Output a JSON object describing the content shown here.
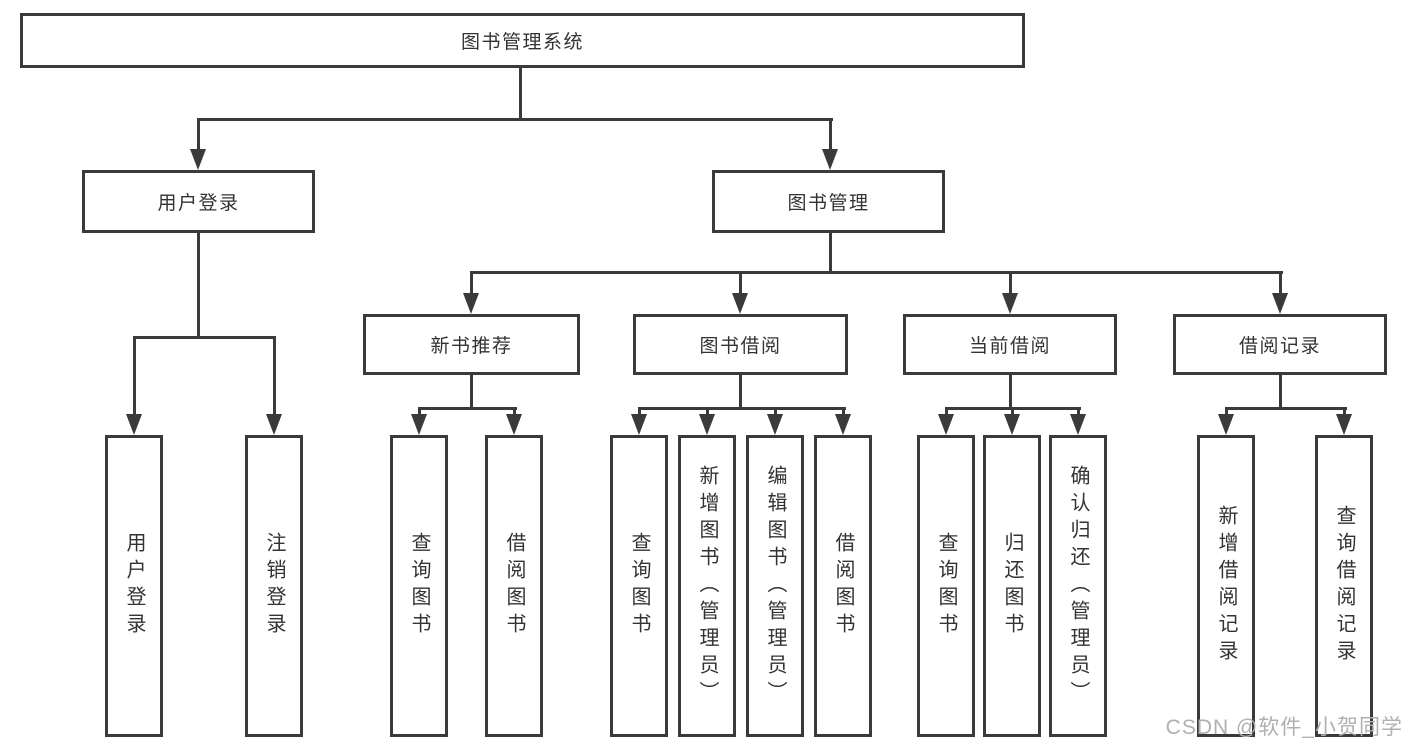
{
  "nodes": {
    "root": {
      "label": "图书管理系统"
    },
    "level2": [
      {
        "label": "用户登录"
      },
      {
        "label": "图书管理"
      }
    ],
    "level3": [
      {
        "label": "新书推荐"
      },
      {
        "label": "图书借阅"
      },
      {
        "label": "当前借阅"
      },
      {
        "label": "借阅记录"
      }
    ],
    "leaves": [
      {
        "label": "用户登录"
      },
      {
        "label": "注销登录"
      },
      {
        "label": "查询图书"
      },
      {
        "label": "借阅图书"
      },
      {
        "label": "查询图书"
      },
      {
        "label": "新增图书（管理员）"
      },
      {
        "label": "编辑图书（管理员）"
      },
      {
        "label": "借阅图书"
      },
      {
        "label": "查询图书"
      },
      {
        "label": "归还图书"
      },
      {
        "label": "确认归还（管理员）"
      },
      {
        "label": "新增借阅记录"
      },
      {
        "label": "查询借阅记录"
      }
    ]
  },
  "watermark": {
    "text": "CSDN @软件_小贺同学"
  },
  "colors": {
    "line": "#3a3a3a",
    "text": "#333333",
    "watermark": "#b0b0b0",
    "background": "#ffffff"
  }
}
